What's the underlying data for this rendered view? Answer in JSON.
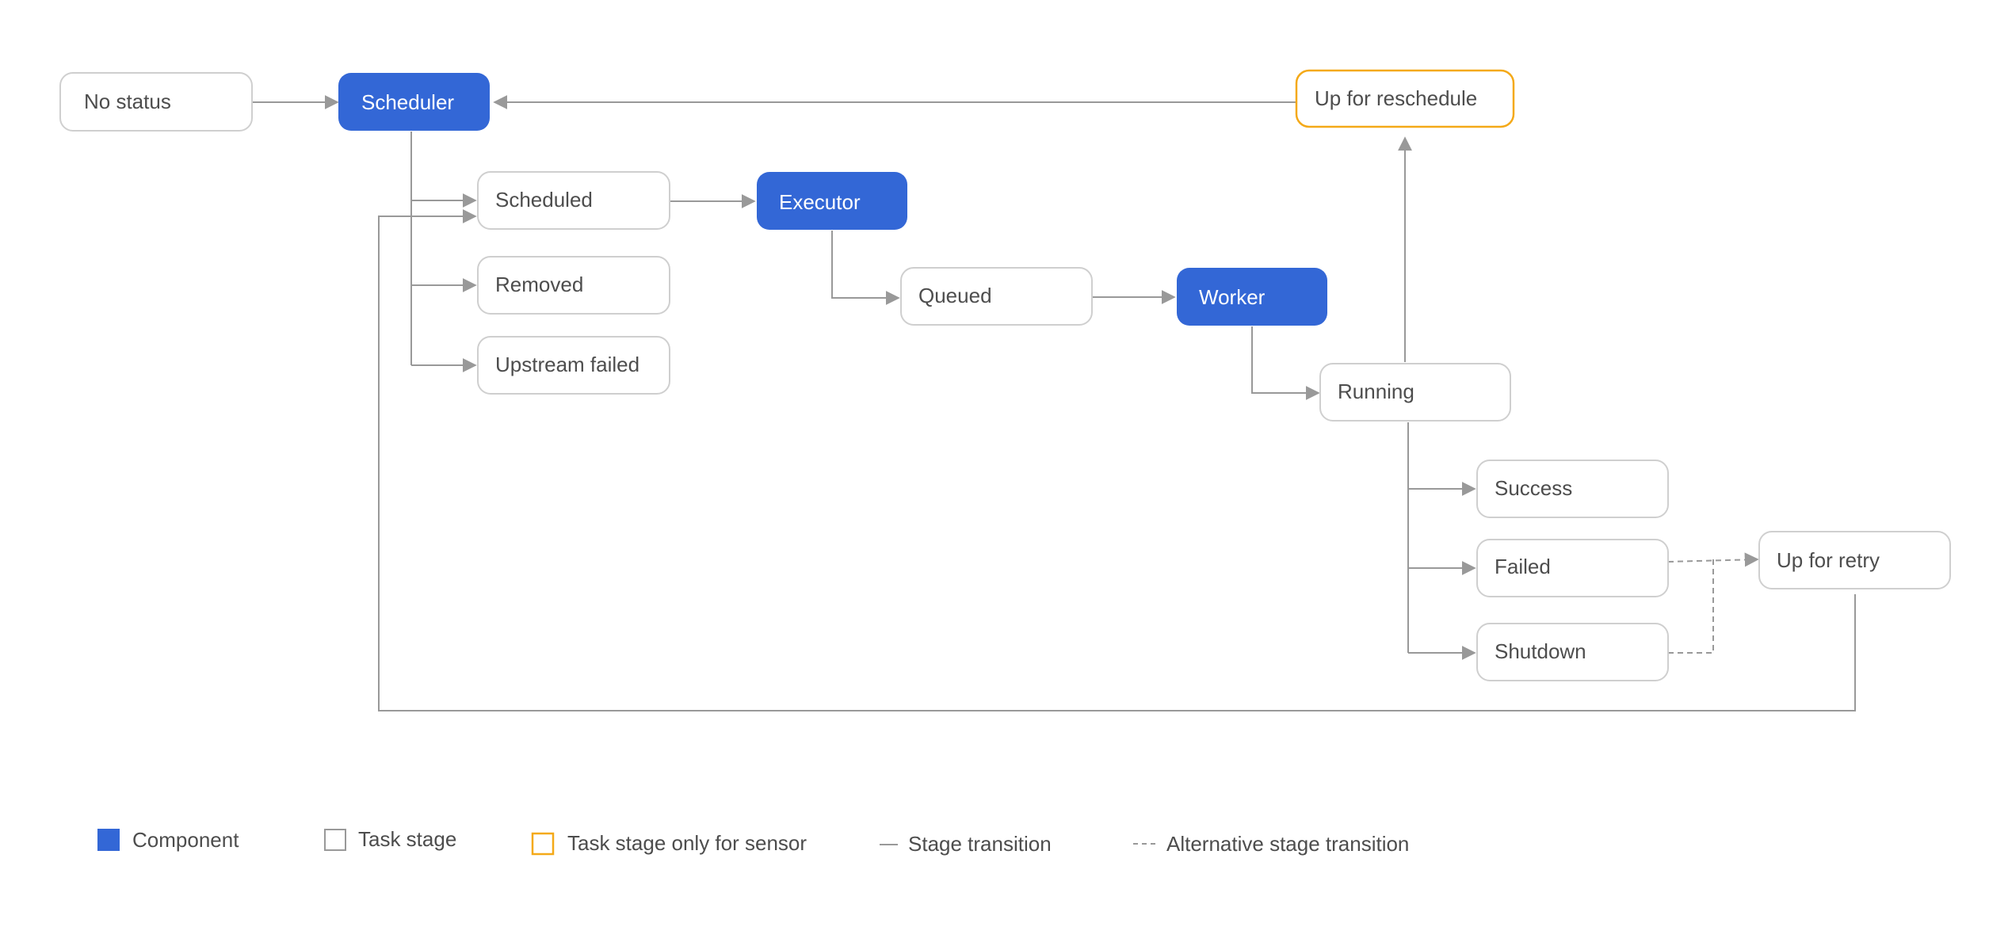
{
  "colors": {
    "component": "#3367d6",
    "stage_border": "#cfcfcf",
    "sensor_border": "#f4a918",
    "edge": "#999999",
    "text": "#4d4d4d",
    "text_on_component": "#ffffff"
  },
  "nodes": {
    "no_status": "No status",
    "scheduler": "Scheduler",
    "up_for_reschedule": "Up for reschedule",
    "scheduled": "Scheduled",
    "executor": "Executor",
    "removed": "Removed",
    "queued": "Queued",
    "worker": "Worker",
    "upstream_failed": "Upstream failed",
    "running": "Running",
    "success": "Success",
    "failed": "Failed",
    "up_for_retry": "Up for retry",
    "shutdown": "Shutdown"
  },
  "legend": {
    "component": "Component",
    "task_stage": "Task stage",
    "sensor_stage": "Task stage only for sensor",
    "stage_transition": "Stage transition",
    "alternative_transition": "Alternative stage transition"
  }
}
